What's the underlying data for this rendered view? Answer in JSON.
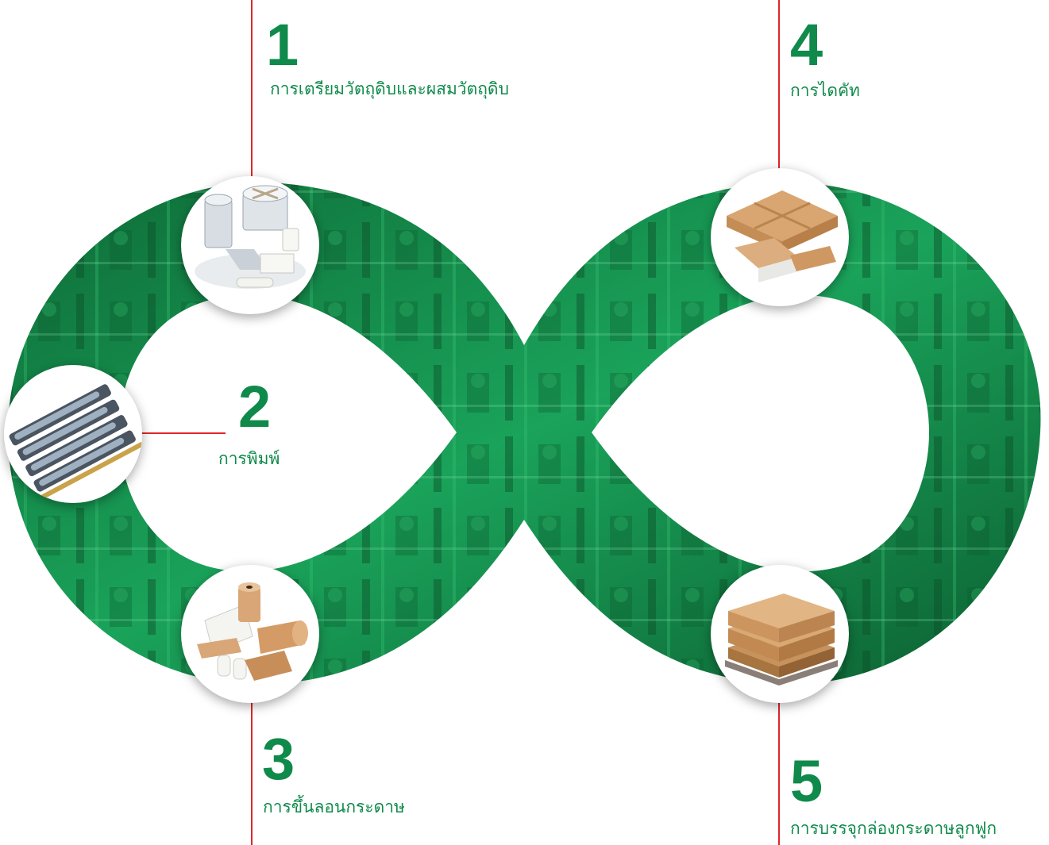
{
  "steps": [
    {
      "number": "1",
      "label": "การเตรียมวัตถุดิบและผสมวัตถุดิบ",
      "icon": "raw-material-tanks-icon"
    },
    {
      "number": "2",
      "label": "การพิมพ์",
      "icon": "printing-rollers-icon"
    },
    {
      "number": "3",
      "label": "การขึ้นลอนกระดาษ",
      "icon": "corrugated-paper-rolls-icon"
    },
    {
      "number": "4",
      "label": "การไดคัท",
      "icon": "die-cut-boxes-icon"
    },
    {
      "number": "5",
      "label": "การบรรจุกล่องกระดาษลูกฟูก",
      "icon": "boxes-on-pallet-icon"
    }
  ],
  "colors": {
    "accent_green": "#0f8a4a",
    "line_red": "#e0262b",
    "band_green": "#14a85a"
  }
}
